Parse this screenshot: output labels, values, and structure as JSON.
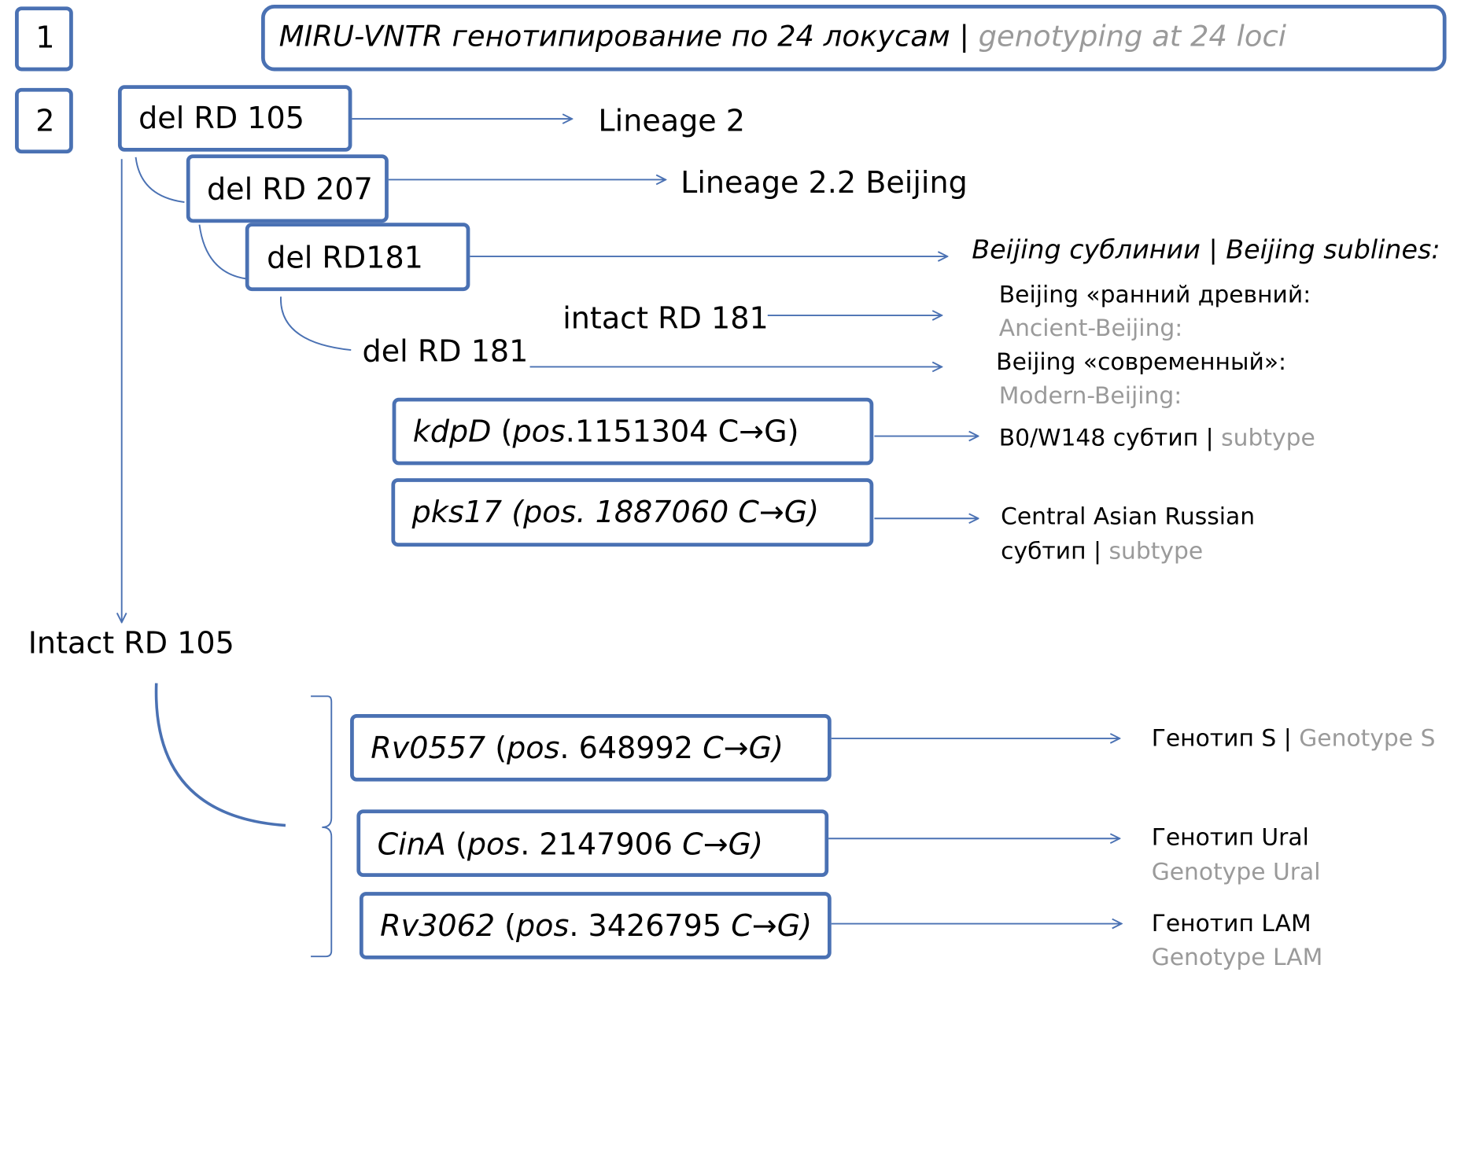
{
  "step_1": {
    "number": "1",
    "title_ru": "MIRU-VNTR генотипирование по 24 локусам",
    "title_separator": "|",
    "title_en": "genotyping at 24 loci"
  },
  "step_2": {
    "number": "2",
    "del_rd105": "del RD 105",
    "lineage_2": "Lineage 2",
    "del_rd207": "del RD 207",
    "lineage_2_2_beijing": "Lineage 2.2 Beijing",
    "del_rd181_box": "del RD181",
    "beijing_sublines_ru": "Beijing сублинии",
    "beijing_sublines_sep": "|",
    "beijing_sublines_en": "Beijing sublines:",
    "intact_rd181": "intact RD 181",
    "del_rd181_branch": "del RD 181",
    "ancient_beijing_ru": "Beijing «ранний древний:",
    "ancient_beijing_en": "Ancient-Beijing:",
    "modern_beijing_ru": "Beijing «современный»:",
    "modern_beijing_en": "Modern-Beijing:",
    "kdpd_gene": "kdpD",
    "kdpd_open": " (",
    "kdpd_pos_label": "pos",
    "kdpd_pos_value": ".1151304 C→G)",
    "b0_w148_ru": "B0/W148 субтип",
    "b0_w148_sep": "|",
    "b0_w148_en": "subtype",
    "pks17_label": "pks17 (pos. 1887060 C→G)",
    "central_asian_ru_line1": "Central Asian Russian",
    "central_asian_ru_line2": "субтип",
    "central_asian_sep": "|",
    "central_asian_en": "subtype",
    "intact_rd105": "Intact RD 105",
    "rv0557_gene": "Rv0557",
    "rv0557_open": " (",
    "rv0557_pos_label": "pos",
    "rv0557_pos_value": ". 648992 ",
    "rv0557_mutation": "C→G)",
    "genotype_s_ru": "Генотип S",
    "genotype_s_sep": "|",
    "genotype_s_en": "Genotype S",
    "cina_gene": "CinA",
    "cina_open": " (",
    "cina_pos_label": "pos",
    "cina_pos_value": ". 2147906 ",
    "cina_mutation": "C→G)",
    "genotype_ural_ru": "Генотип Ural",
    "genotype_ural_en": "Genotype Ural",
    "rv3062_gene": "Rv3062",
    "rv3062_open": " (",
    "rv3062_pos_label": "pos",
    "rv3062_pos_value": ". 3426795 ",
    "rv3062_mutation": "C→G)",
    "genotype_lam_ru": "Генотип LAM",
    "genotype_lam_en": "Genotype LAM"
  },
  "colors": {
    "box_border": "#4a71b3",
    "connector": "#4a71b3",
    "english_text": "#9a9a9a",
    "main_text": "#000000"
  }
}
